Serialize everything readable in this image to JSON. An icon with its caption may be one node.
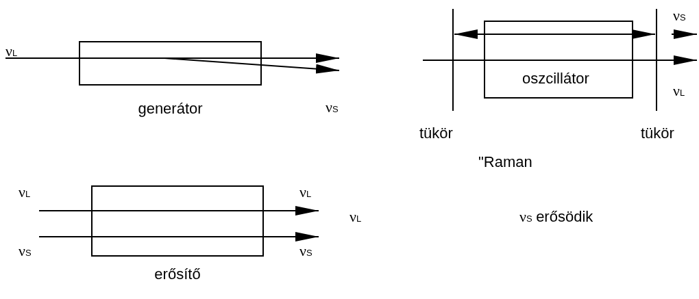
{
  "diagram": {
    "nodes": [
      {
        "text": [
          "generátor"
        ]
      },
      {
        "text": [
          "oszcillátor"
        ]
      },
      {
        "text": [
          "erősítő"
        ]
      }
    ],
    "edges": [],
    "labels": [
      "ν$_{S}$",
      "ν$_{L}$",
      "ν$_{L}$",
      "ν$_{S}$",
      "tükör",
      "tükör",
      "\"Raman",
      "ν$_{L}$",
      "ν$_{L}$",
      "ν$_{L}$",
      "ν$_{S}$ erősödik",
      "ν$_{S}$",
      "ν$_{S}$"
    ]
  }
}
